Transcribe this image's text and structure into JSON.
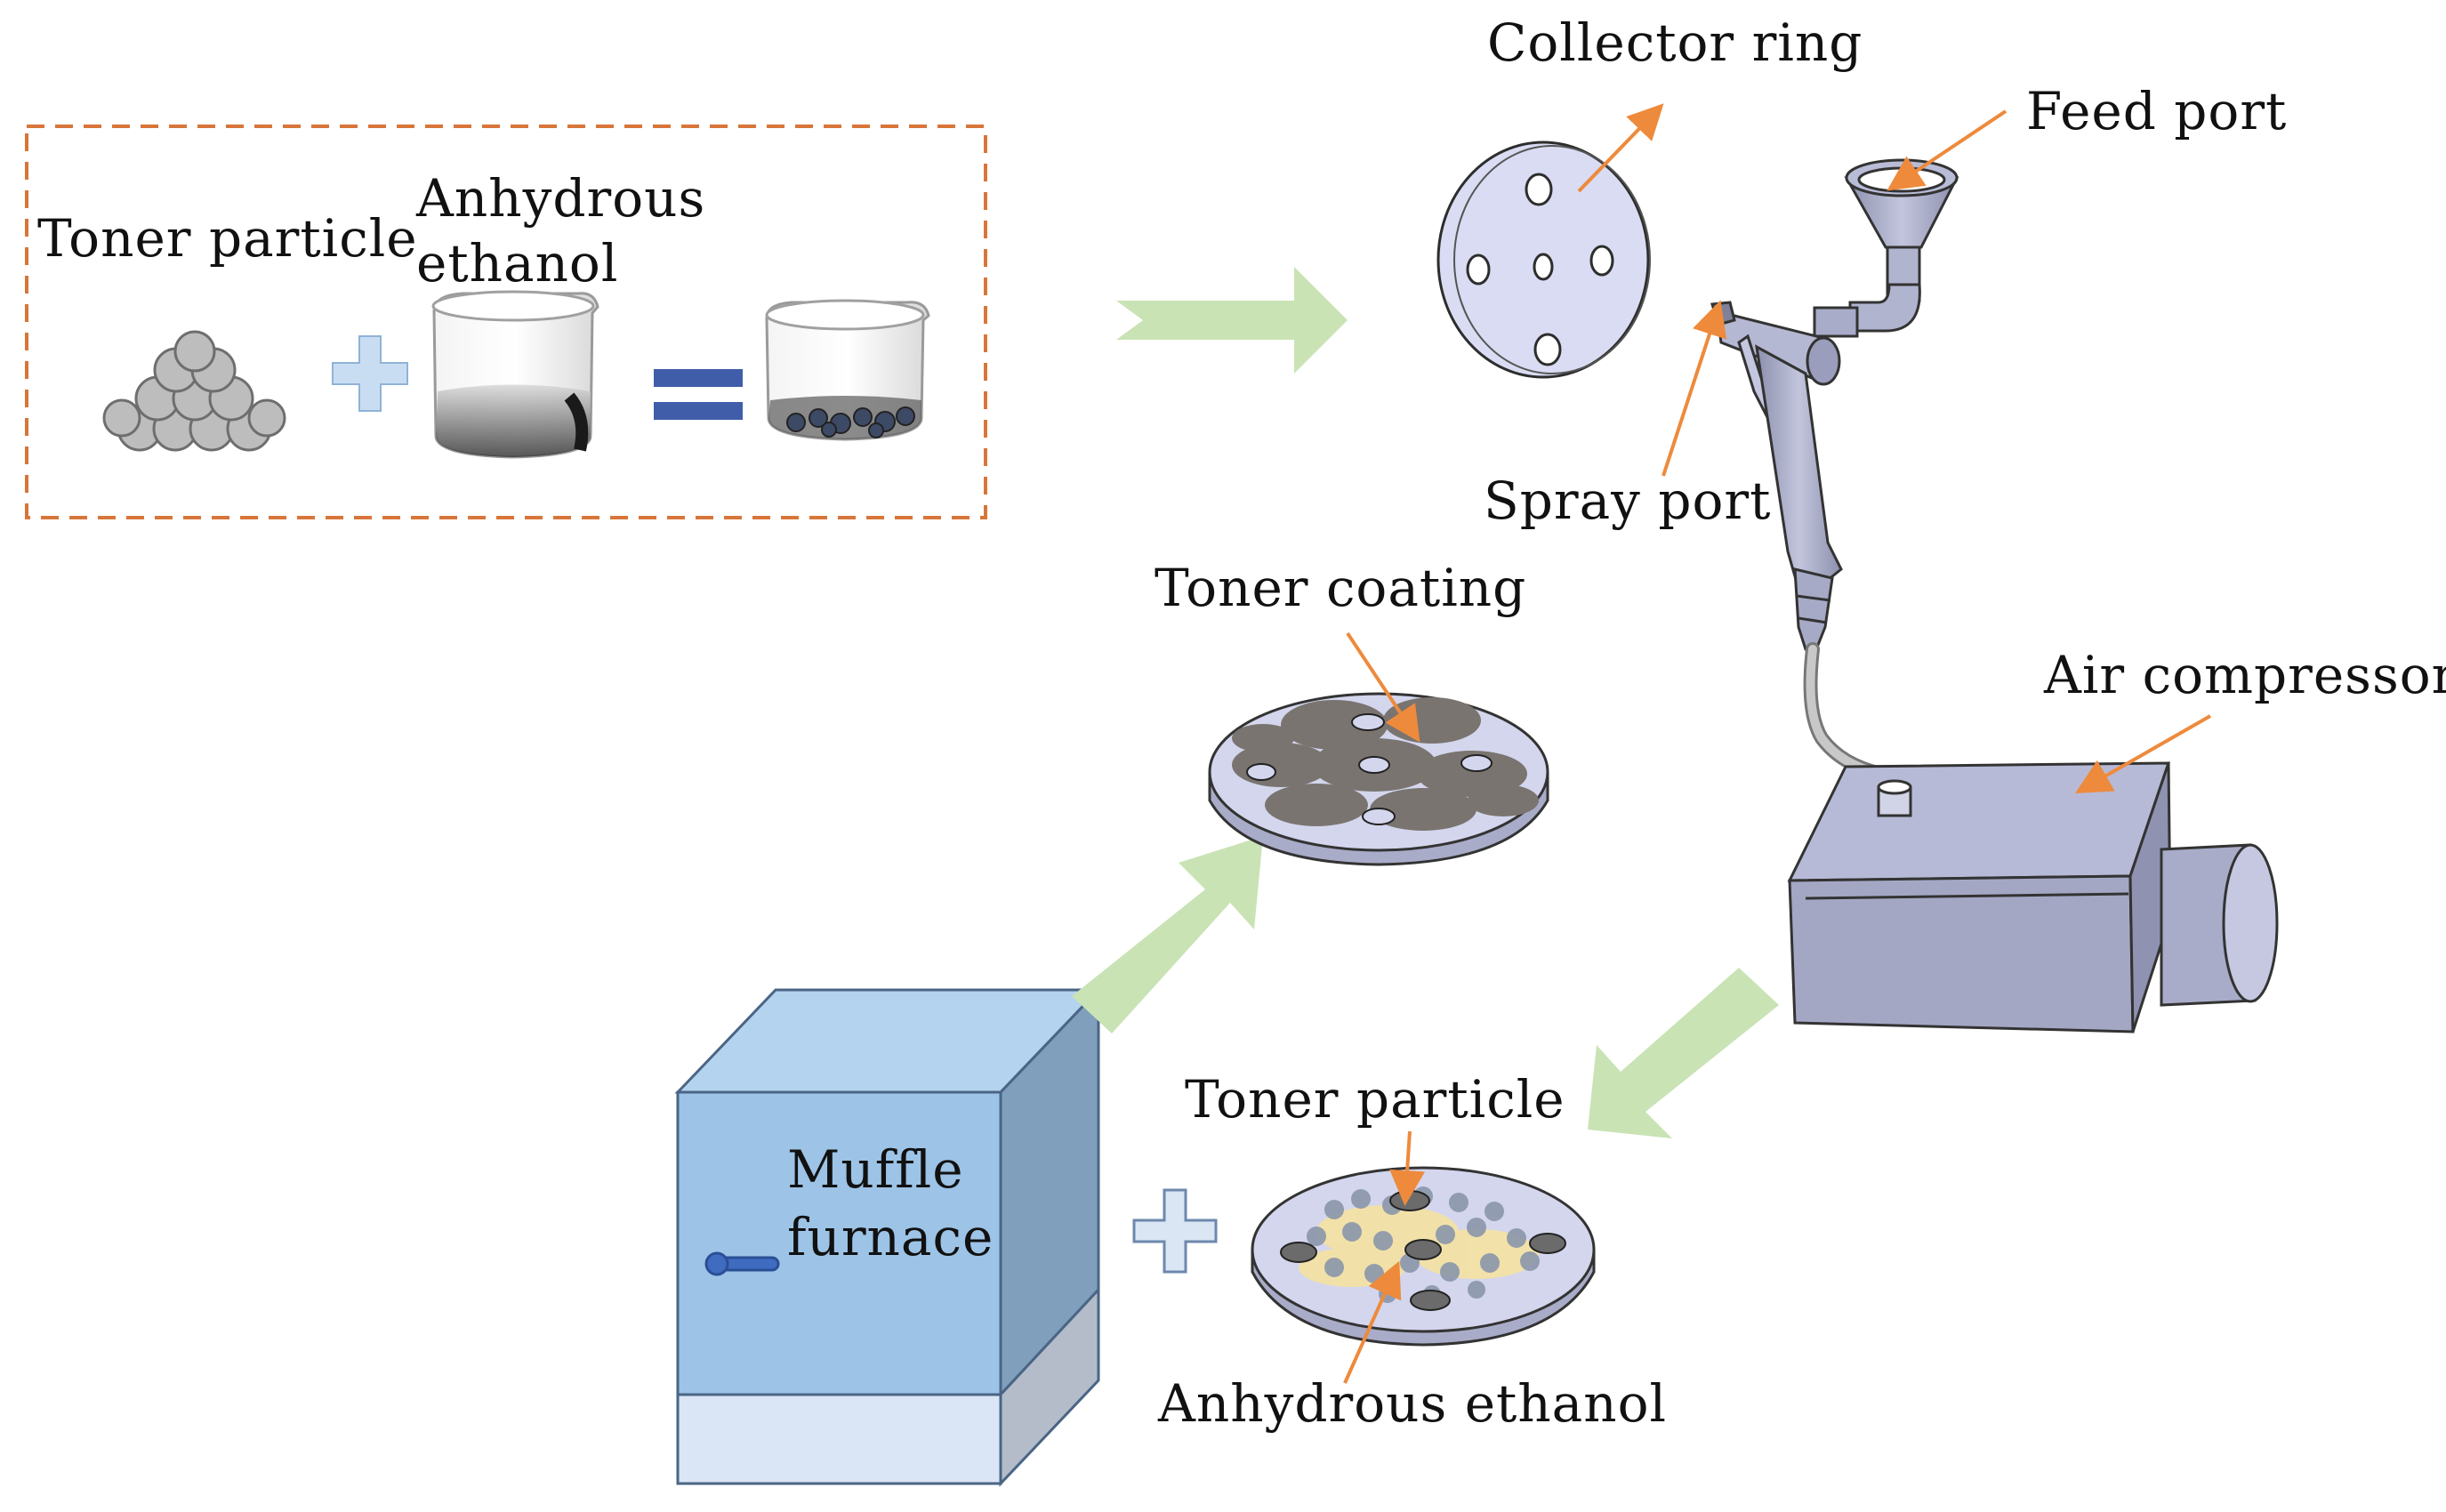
{
  "labels": {
    "toner_particle_top": "Toner particle",
    "anhydrous_ethanol_top_line1": "Anhydrous",
    "anhydrous_ethanol_top_line2": "ethanol",
    "collector_ring": "Collector ring",
    "feed_port": "Feed port",
    "spray_port": "Spray port",
    "toner_coating": "Toner coating",
    "air_compressor": "Air compressor",
    "toner_particle_bottom": "Toner particle",
    "muffle_furnace_line1": "Muffle",
    "muffle_furnace_line2": "furnace",
    "anhydrous_ethanol_bottom": "Anhydrous ethanol"
  },
  "colors": {
    "flow_arrow": "#c9e3b5",
    "pointer_arrow": "#ee8a3c",
    "dashed_box": "#d8763a",
    "plus_fill": "#c9ddf2",
    "plus_stroke": "#8fb3d9",
    "equals": "#3f5da8",
    "device_gray": "#a9acc8",
    "furnace_front": "#9dc3e6",
    "furnace_side": "#7f9fbd",
    "furnace_top": "#b4d3ee",
    "furnace_base": "#dae5f5",
    "toner_gray": "#7a7a7a",
    "particle_gray": "#bdbdbd"
  }
}
